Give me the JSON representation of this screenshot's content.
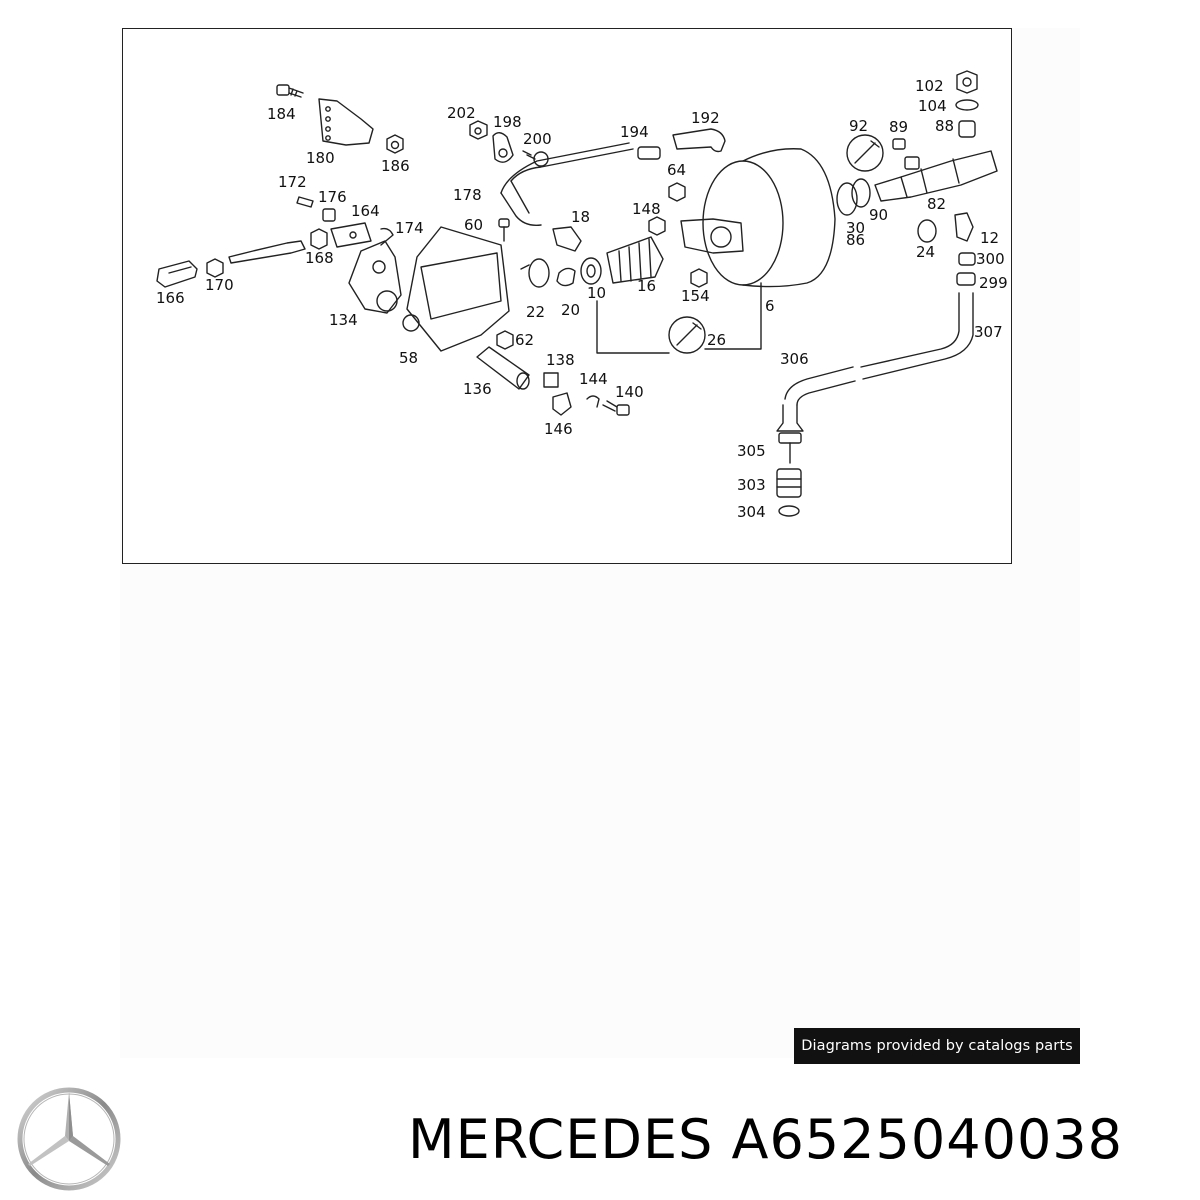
{
  "diagram": {
    "labels": [
      {
        "id": "184",
        "text": "184"
      },
      {
        "id": "180",
        "text": "180"
      },
      {
        "id": "186",
        "text": "186"
      },
      {
        "id": "202",
        "text": "202"
      },
      {
        "id": "198",
        "text": "198"
      },
      {
        "id": "200",
        "text": "200"
      },
      {
        "id": "194",
        "text": "194"
      },
      {
        "id": "192",
        "text": "192"
      },
      {
        "id": "92",
        "text": "92"
      },
      {
        "id": "89",
        "text": "89"
      },
      {
        "id": "102",
        "text": "102"
      },
      {
        "id": "104",
        "text": "104"
      },
      {
        "id": "88",
        "text": "88"
      },
      {
        "id": "172",
        "text": "172"
      },
      {
        "id": "176",
        "text": "176"
      },
      {
        "id": "164",
        "text": "164"
      },
      {
        "id": "178",
        "text": "178"
      },
      {
        "id": "18",
        "text": "18"
      },
      {
        "id": "64",
        "text": "64"
      },
      {
        "id": "148",
        "text": "148"
      },
      {
        "id": "60",
        "text": "60"
      },
      {
        "id": "174",
        "text": "174"
      },
      {
        "id": "168",
        "text": "168"
      },
      {
        "id": "170",
        "text": "170"
      },
      {
        "id": "166",
        "text": "166"
      },
      {
        "id": "134",
        "text": "134"
      },
      {
        "id": "22",
        "text": "22"
      },
      {
        "id": "20",
        "text": "20"
      },
      {
        "id": "10",
        "text": "10"
      },
      {
        "id": "16",
        "text": "16"
      },
      {
        "id": "154",
        "text": "154"
      },
      {
        "id": "6",
        "text": "6"
      },
      {
        "id": "30",
        "text": "30"
      },
      {
        "id": "86",
        "text": "86"
      },
      {
        "id": "90",
        "text": "90"
      },
      {
        "id": "82",
        "text": "82"
      },
      {
        "id": "24",
        "text": "24"
      },
      {
        "id": "12",
        "text": "12"
      },
      {
        "id": "300",
        "text": "300"
      },
      {
        "id": "299",
        "text": "299"
      },
      {
        "id": "307",
        "text": "307"
      },
      {
        "id": "58",
        "text": "58"
      },
      {
        "id": "62",
        "text": "62"
      },
      {
        "id": "26",
        "text": "26"
      },
      {
        "id": "306",
        "text": "306"
      },
      {
        "id": "138",
        "text": "138"
      },
      {
        "id": "136",
        "text": "136"
      },
      {
        "id": "144",
        "text": "144"
      },
      {
        "id": "140",
        "text": "140"
      },
      {
        "id": "146",
        "text": "146"
      },
      {
        "id": "305",
        "text": "305"
      },
      {
        "id": "303",
        "text": "303"
      },
      {
        "id": "304",
        "text": "304"
      }
    ]
  },
  "credit": "Diagrams provided by catalogs parts",
  "brand": {
    "logo_icon": "mercedes-star-icon",
    "title": "MERCEDES A6525040038"
  }
}
